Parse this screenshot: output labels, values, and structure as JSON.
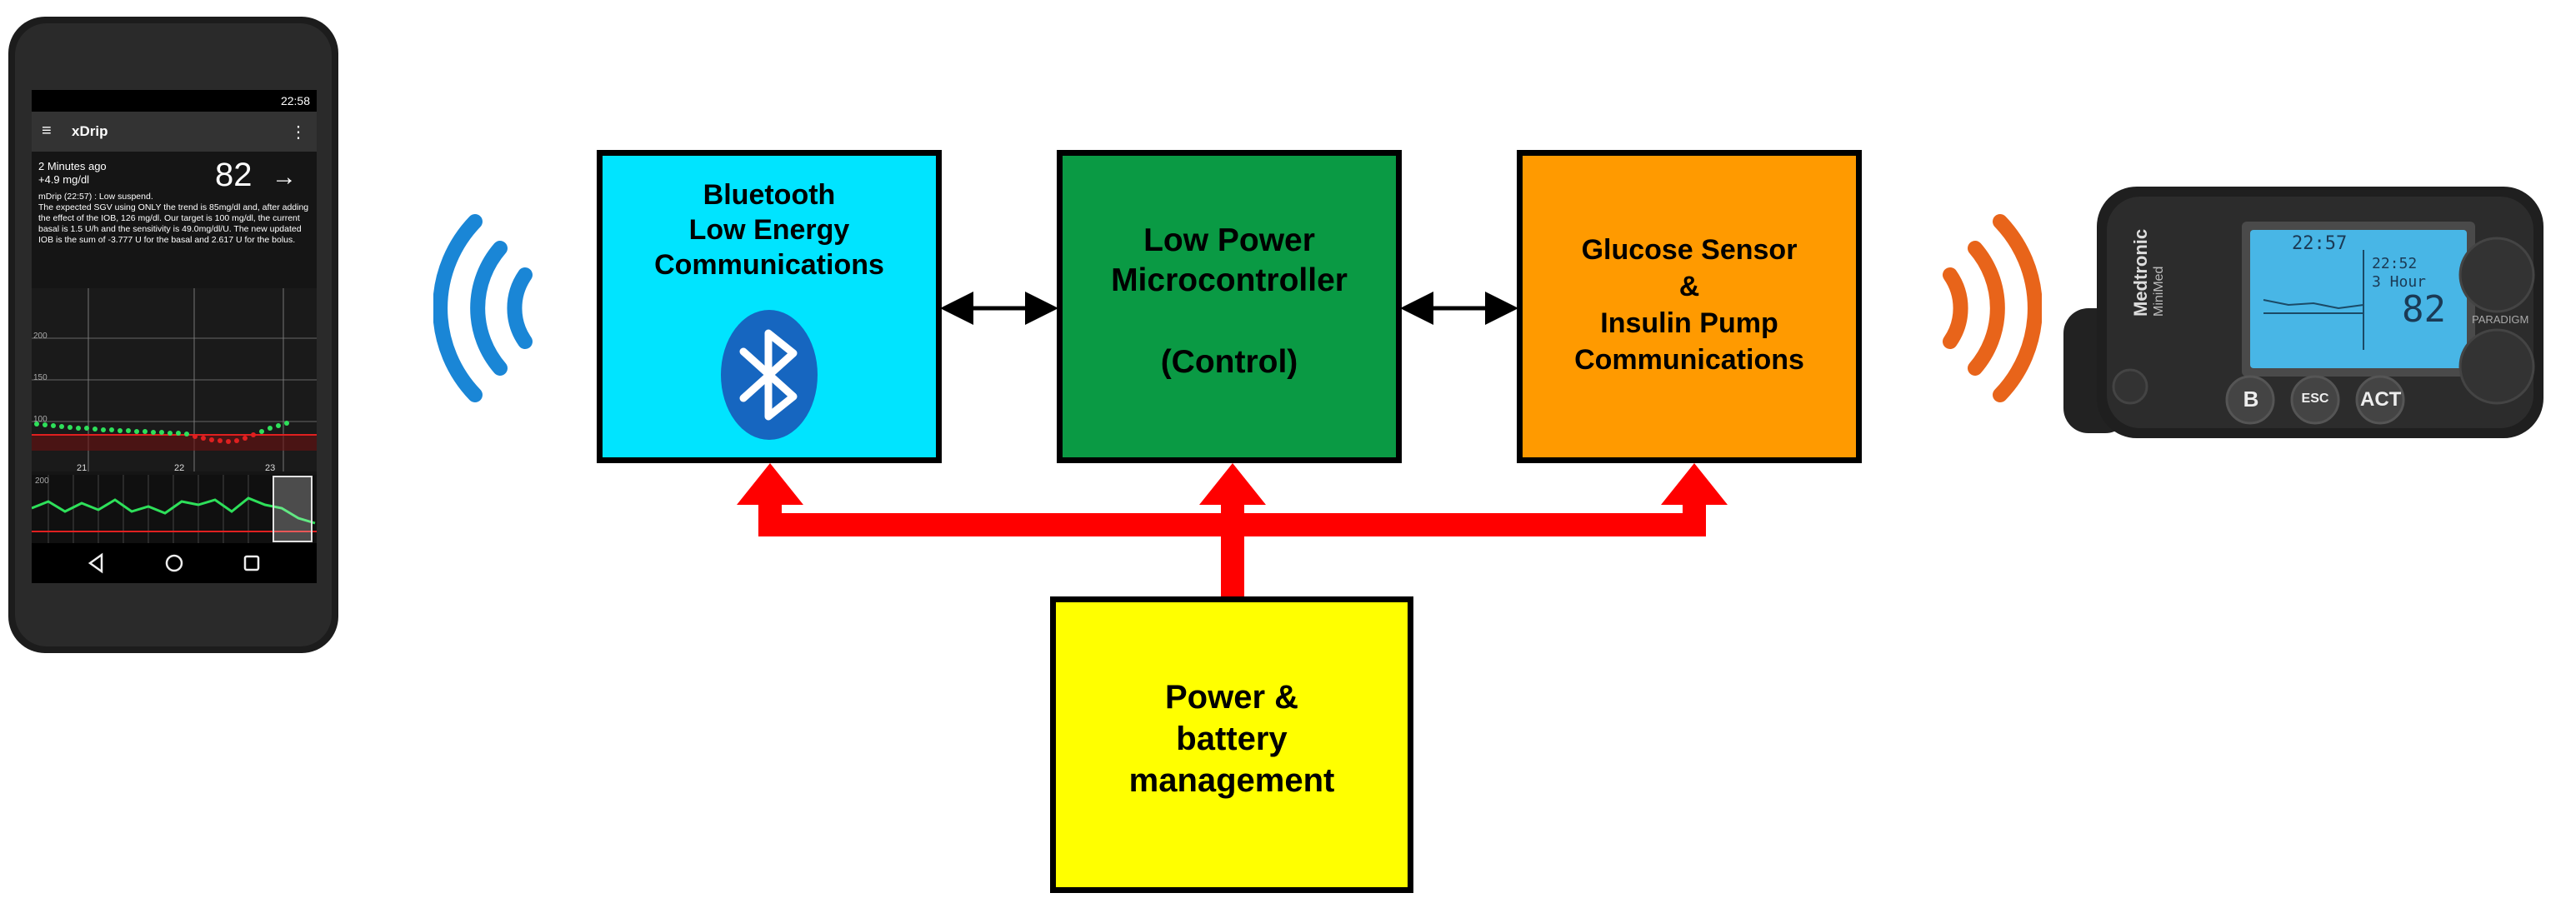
{
  "colors": {
    "bluetooth_block": "#00e4ff",
    "mcu_block": "#0a9a44",
    "radio_block": "#ff9a00",
    "power_block": "#ffff00",
    "power_arrows": "#ff0000",
    "bluetooth_waves": "#1a86d6",
    "radio_waves": "#e8641a"
  },
  "blocks": {
    "bluetooth": {
      "line1": "Bluetooth",
      "line2": "Low Energy",
      "line3": "Communications",
      "icon": "bluetooth-icon"
    },
    "mcu": {
      "line1": "Low Power",
      "line2": "Microcontroller",
      "line3": "(Control)"
    },
    "radio": {
      "line1": "Glucose Sensor",
      "line2": "&",
      "line3": "Insulin Pump",
      "line4": "Communications"
    },
    "power": {
      "line1": "Power &",
      "line2": "battery",
      "line3": "management"
    }
  },
  "phone": {
    "status_time": "22:58",
    "app_title": "xDrip",
    "ago": "2 Minutes ago",
    "delta": "+4.9 mg/dl",
    "reading": "82",
    "trend_arrow": "→",
    "message": "mDrip (22:57) : Low suspend.\nThe expected SGV using ONLY the trend is 85mg/dl and, after adding the effect of the IOB, 126 mg/dl. Our target is 100 mg/dl, the current basal is 1.5 U/h and the sensitivity is 49.0mg/dl/U. The new updated IOB is the sum of -3.777 U for the basal and 2.617 U for the bolus.",
    "y_labels": [
      "200",
      "150",
      "100"
    ],
    "x_labels": [
      "21",
      "22",
      "23"
    ],
    "mini_y_label": "200"
  },
  "pump": {
    "brand": "Medtronic",
    "sub_brand": "MiniMed",
    "model": "PARADIGM",
    "lcd_time": "22:57",
    "lcd_small_time": "22:52",
    "lcd_hour_label": "3 Hour",
    "lcd_reading": "82",
    "btn_b": "B",
    "btn_esc": "ESC",
    "btn_act": "ACT"
  }
}
